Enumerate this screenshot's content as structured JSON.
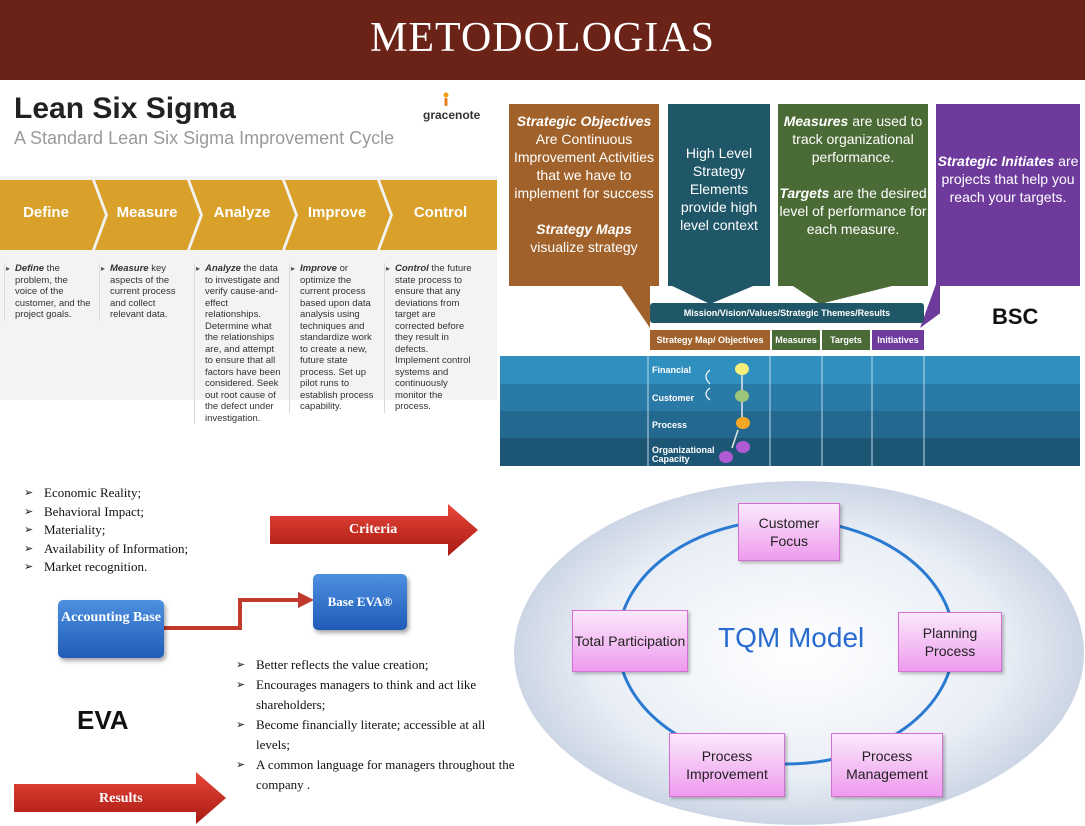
{
  "header": {
    "title": "METODOLOGIAS"
  },
  "lean_six_sigma": {
    "title": "Lean Six Sigma",
    "subtitle": "A Standard Lean Six Sigma Improvement Cycle",
    "logo": "gracenote",
    "steps": [
      {
        "label": "Define",
        "desc_bold": "Define",
        "desc": " the problem, the voice of the customer, and the project goals."
      },
      {
        "label": "Measure",
        "desc_bold": "Measure",
        "desc": " key aspects of the current process and collect relevant data."
      },
      {
        "label": "Analyze",
        "desc_bold": "Analyze",
        "desc": " the data to investigate and verify cause-and-effect relationships. Determine what the relationships are, and attempt to ensure that all factors have been considered. Seek out root cause of the defect under investigation."
      },
      {
        "label": "Improve",
        "desc_bold": "Improve",
        "desc": " or optimize the current process based upon data analysis using techniques and standardize work to create a new, future state process. Set up pilot runs to establish process capability."
      },
      {
        "label": "Control",
        "desc_bold": "Control",
        "desc": " the future state process to ensure that any deviations from target are corrected before they result in defects. Implement control systems and continuously monitor the process."
      }
    ],
    "colors": {
      "step": "#d9a02a",
      "step_dark": "#c98f1c"
    }
  },
  "bsc": {
    "label": "BSC",
    "box_objectives": {
      "b1": "Strategic Objectives",
      "t1": "Are Continuous Improvement Activities that we have to implement for success",
      "b2": "Strategy Maps",
      "t2": " visualize strategy"
    },
    "box_high_level": {
      "text": "High Level Strategy Elements provide high level context"
    },
    "box_measures": {
      "b1": "Measures",
      "t1": " are used to track organizational performance.",
      "b2": "Targets",
      "t2": " are the desired level of performance for each measure."
    },
    "box_initiatives": {
      "b1": "Strategic Initiates",
      "t1": " are projects that help you reach your targets."
    },
    "mission_bar": "Mission/Vision/Values/Strategic Themes/Results",
    "tabs": [
      "Strategy Map/ Objectives",
      "Measures",
      "Targets",
      "Initiatives"
    ],
    "perspectives": [
      "Financial",
      "Customer",
      "Process",
      "Organizational Capacity"
    ]
  },
  "eva": {
    "label": "EVA",
    "criteria_list": [
      "Economic Reality;",
      "Behavioral Impact;",
      "Materiality;",
      "Availability of Information;",
      "Market recognition."
    ],
    "criteria_arrow": "Criteria",
    "accounting_base": "Accounting Base",
    "base_eva": "Base EVA®",
    "results_list": [
      "Better reflects the value creation;",
      "Encourages managers to think and act like shareholders;",
      "Become financially literate; accessible at all levels;",
      "A common language for managers throughout the company ."
    ],
    "results_arrow": "Results"
  },
  "tqm": {
    "title": "TQM Model",
    "nodes": {
      "customer_focus": "Customer Focus",
      "planning_process": "Planning Process",
      "process_management": "Process Management",
      "process_improvement": "Process Improvement",
      "total_participation": "Total Participation"
    }
  }
}
